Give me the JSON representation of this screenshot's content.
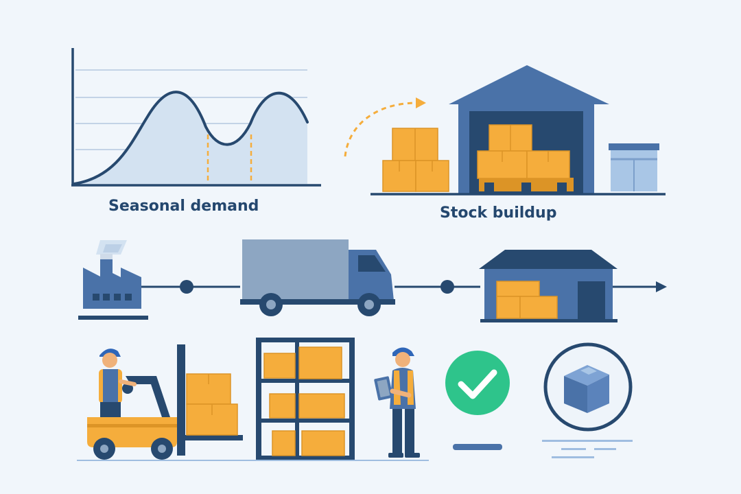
{
  "captions": {
    "seasonal_demand": "Seasonal demand",
    "stock_buildup": "Stock buildup"
  },
  "colors": {
    "background": "#f1f6fb",
    "navy": "#27496f",
    "blue": "#4a72a8",
    "light_blue": "#9fbde0",
    "area_fill": "#d3e2f1",
    "grid": "#c3d3e6",
    "orange": "#f5ad3c",
    "orange_dark": "#dc9426",
    "green": "#2ec48b",
    "gray_truck": "#8da6c2",
    "skin": "#f0b27a"
  },
  "icons": [
    "seasonal-demand-chart",
    "move-arrow",
    "warehouse",
    "crate-stack",
    "storage-bin",
    "factory",
    "delivery-truck",
    "small-warehouse",
    "flow-arrow",
    "forklift",
    "worker",
    "storage-rack",
    "clipboard",
    "checkmark-badge",
    "inventory-box-badge"
  ]
}
